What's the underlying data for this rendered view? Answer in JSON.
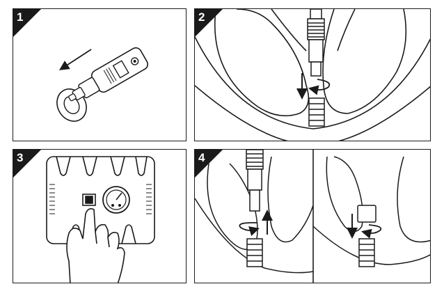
{
  "steps": [
    {
      "number": "1"
    },
    {
      "number": "2"
    },
    {
      "number": "3"
    },
    {
      "number": "4"
    }
  ],
  "colors": {
    "line": "#1a1a1a",
    "badge": "#1a1a1a",
    "background": "#ffffff",
    "badge_text": "#ffffff"
  },
  "icons": {
    "step1": [
      "car-plug-icon",
      "socket-ring-icon",
      "insert-arrow-icon"
    ],
    "step2": [
      "tire-icon",
      "hose-connector-icon",
      "valve-stem-icon",
      "screw-on-arrow-icon"
    ],
    "step3": [
      "compressor-icon",
      "pressure-gauge-icon",
      "power-switch-icon",
      "hand-icon"
    ],
    "step4": [
      "tire-icon",
      "hose-connector-icon",
      "valve-stem-icon",
      "unscrew-arrow-icon",
      "valve-cap-icon",
      "cap-on-arrow-icon"
    ]
  }
}
